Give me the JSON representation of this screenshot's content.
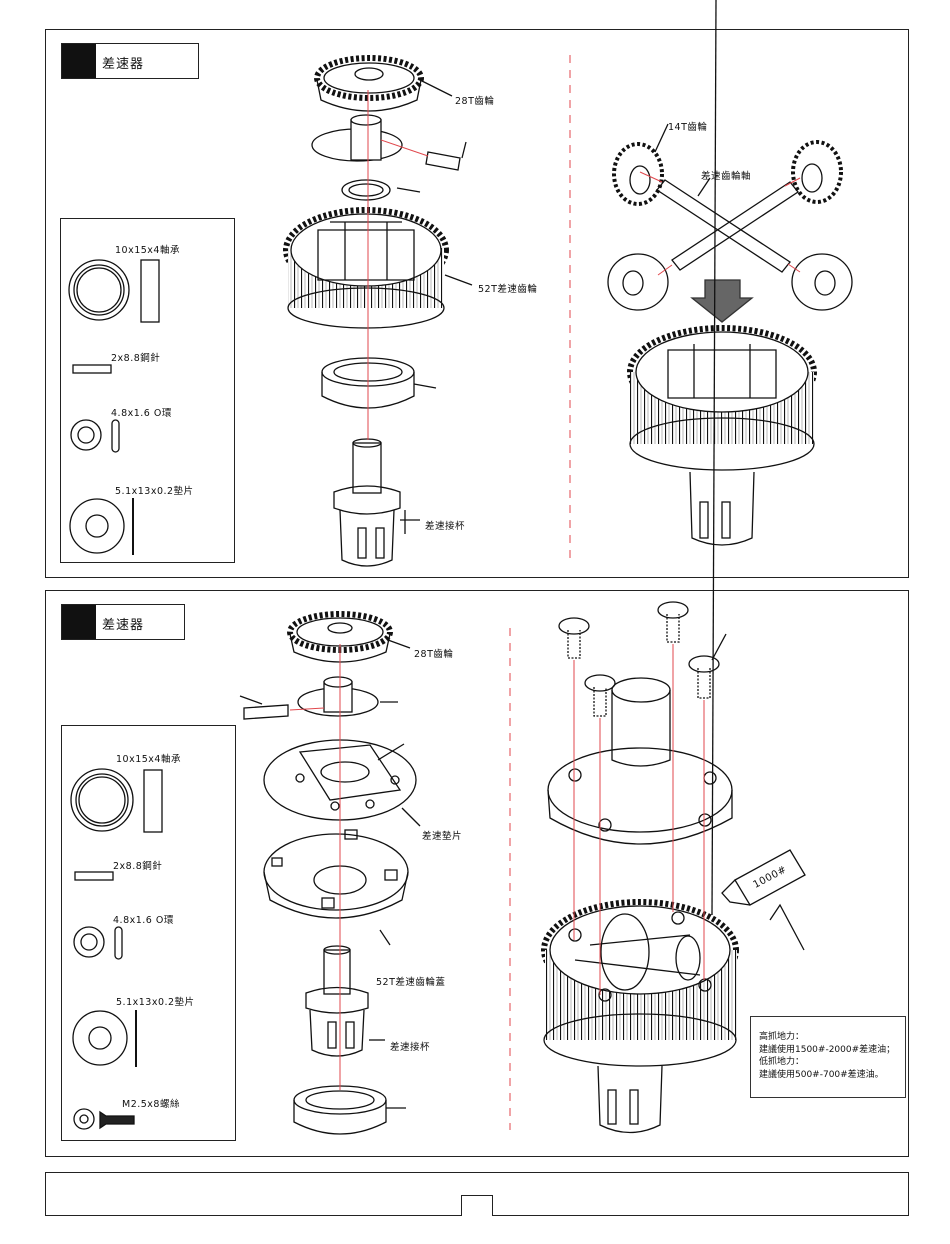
{
  "panel1": {
    "title": "差速器",
    "parts": [
      {
        "label": "10x15x4軸承",
        "icon": "bearing-icon"
      },
      {
        "label": "2x8.8鋼針",
        "icon": "pin-icon"
      },
      {
        "label": "4.8x1.6 O環",
        "icon": "o-ring-icon"
      },
      {
        "label": "5.1x13x0.2墊片",
        "icon": "washer-icon"
      }
    ],
    "callouts": {
      "gear28": "28T齒輪",
      "gear52": "52T差速齒輪",
      "cup": "差速接杯",
      "gear14": "14T齒輪",
      "diff_shaft": "差速齒輪軸"
    }
  },
  "panel2": {
    "title": "差速器",
    "parts": [
      {
        "label": "10x15x4軸承",
        "icon": "bearing-icon"
      },
      {
        "label": "2x8.8鋼針",
        "icon": "pin-icon"
      },
      {
        "label": "4.8x1.6 O環",
        "icon": "o-ring-icon"
      },
      {
        "label": "5.1x13x0.2墊片",
        "icon": "washer-icon"
      },
      {
        "label": "M2.5x8螺絲",
        "icon": "screw-icon"
      }
    ],
    "callouts": {
      "gear28": "28T齒輪",
      "diff_shim": "差速墊片",
      "cover": "52T差速齒輪蓋",
      "cup": "差速接杯",
      "oil_bottle": "1000#"
    },
    "note": [
      "高抓地力：",
      "建議使用1500#-2000#差速油；",
      "低抓地力：",
      "建議使用500#-700#差速油。"
    ]
  },
  "colors": {
    "line": "#111111",
    "guide": "#e0474c"
  }
}
